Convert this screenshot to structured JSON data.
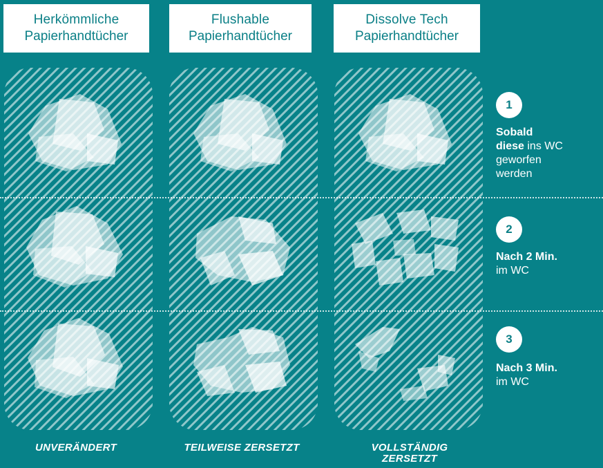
{
  "columns": [
    {
      "title_line1": "Herkömmliche",
      "title_line2": "Papierhandtücher",
      "result": "UNVERÄNDERT"
    },
    {
      "title_line1": "Flushable",
      "title_line2": "Papierhandtücher",
      "result": "TEILWEISE ZERSETZT"
    },
    {
      "title_line1": "Dissolve Tech",
      "title_line2": "Papierhandtücher",
      "result_line1": "VOLLSTÄNDIG",
      "result_line2": "ZERSETZT"
    }
  ],
  "steps": [
    {
      "number": "1",
      "bold1": "Sobald",
      "bold2": "diese",
      "rest2": " ins WC",
      "line3": "geworfen",
      "line4": "werden"
    },
    {
      "number": "2",
      "bold": "Nach 2 Min.",
      "rest": "im WC"
    },
    {
      "number": "3",
      "bold": "Nach 3 Min.",
      "rest": "im WC"
    }
  ],
  "colors": {
    "background": "#078289",
    "panel_stripes": "#ffffff",
    "paper": "#ffffff",
    "header_text": "#0a7f86"
  }
}
